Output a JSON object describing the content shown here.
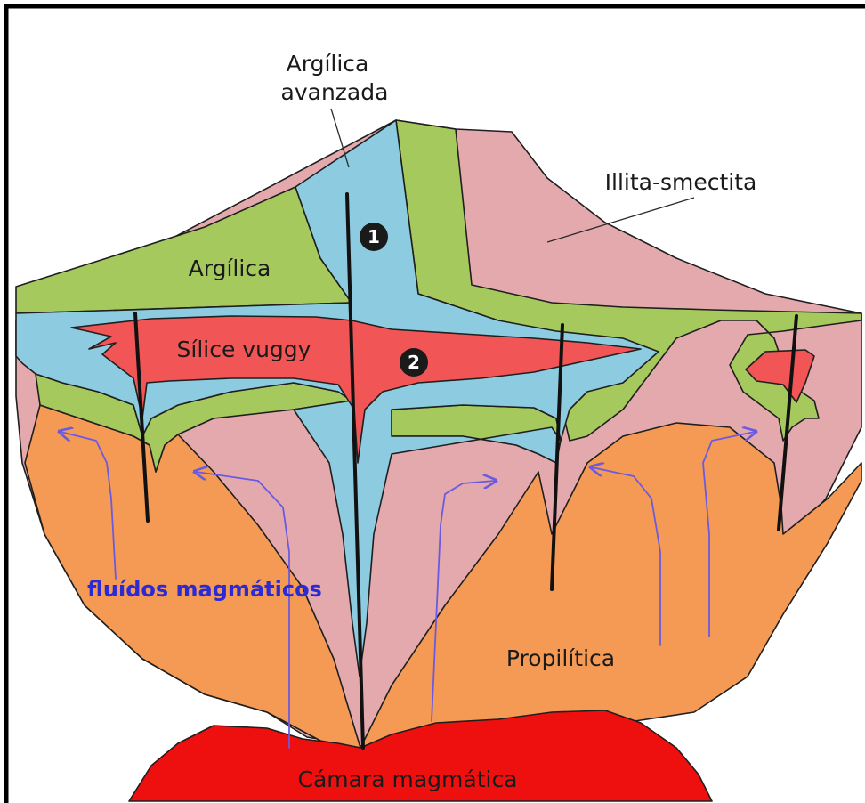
{
  "colors": {
    "advanced_argillic": "#8ccbe0",
    "argillic": "#a6c95e",
    "illite_smectite": "#e4a9ad",
    "vuggy_silica": "#f25555",
    "propylitic": "#f59a55",
    "magma_chamber": "#ee0f0f",
    "fluid_arrows": "#6a5ae0",
    "fluid_label": "#2b2bd6"
  },
  "labels": {
    "advanced_argillic_line1": "Argílica",
    "advanced_argillic_line2": "avanzada",
    "illite_smectite": "Illita-smectita",
    "argillic": "Argílica",
    "vuggy_silica": "Sílice vuggy",
    "propylitic": "Propilítica",
    "magmatic_fluids": "fluídos magmáticos",
    "magma_chamber": "Cámara magmática"
  },
  "markers": {
    "marker_1": "1",
    "marker_2": "2"
  }
}
